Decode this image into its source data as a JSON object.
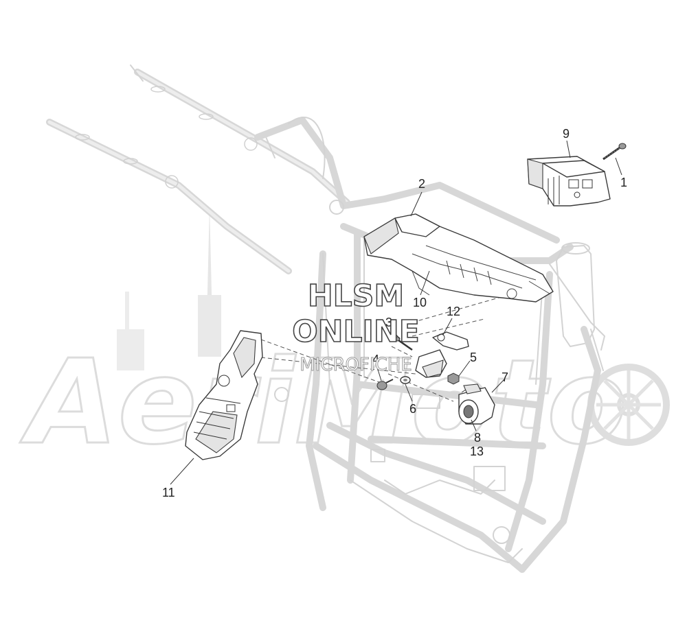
{
  "watermark": {
    "line1": "HLSM",
    "line2": "ONLINE",
    "line3": "MICROFICHE",
    "logo": "AeriMoto"
  },
  "callouts": [
    {
      "id": "1",
      "label": "1"
    },
    {
      "id": "2",
      "label": "2"
    },
    {
      "id": "3",
      "label": "3"
    },
    {
      "id": "4",
      "label": "4"
    },
    {
      "id": "5",
      "label": "5"
    },
    {
      "id": "6",
      "label": "6"
    },
    {
      "id": "7",
      "label": "7"
    },
    {
      "id": "8",
      "label": "8"
    },
    {
      "id": "9",
      "label": "9"
    },
    {
      "id": "10",
      "label": "10"
    },
    {
      "id": "11",
      "label": "11"
    },
    {
      "id": "12",
      "label": "12"
    },
    {
      "id": "13",
      "label": "13"
    }
  ],
  "icons": [
    "motorcycle-frame-drawing",
    "wire-harness-conduit",
    "relay-block",
    "electrical-caddy",
    "watermark-logo"
  ]
}
